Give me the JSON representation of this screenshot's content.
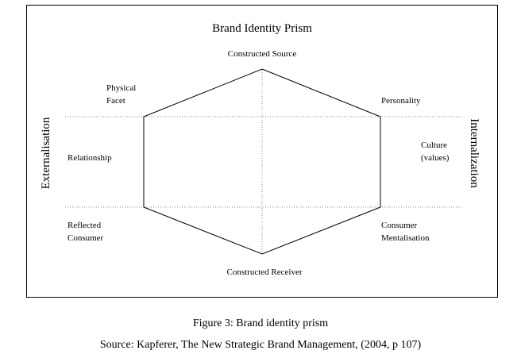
{
  "diagram": {
    "title": "Brand Identity Prism",
    "axis_left": "Externalisation",
    "axis_right": "Internalization",
    "nodes": {
      "top": "Constructed Source",
      "bottom": "Constructed Receiver",
      "physical_facet": [
        "Physical",
        "Facet"
      ],
      "personality": "Personality",
      "relationship": "Relationship",
      "culture": [
        "Culture",
        "(values)"
      ],
      "reflected_consumer": [
        "Reflected",
        "Consumer"
      ],
      "consumer_mentalisation": [
        "Consumer",
        "Mentalisation"
      ]
    },
    "colors": {
      "line": "#000000",
      "dotted": "#888888"
    }
  },
  "caption": "Figure 3: Brand identity prism",
  "source": "Source: Kapferer, The New Strategic Brand Management, (2004, p 107)"
}
